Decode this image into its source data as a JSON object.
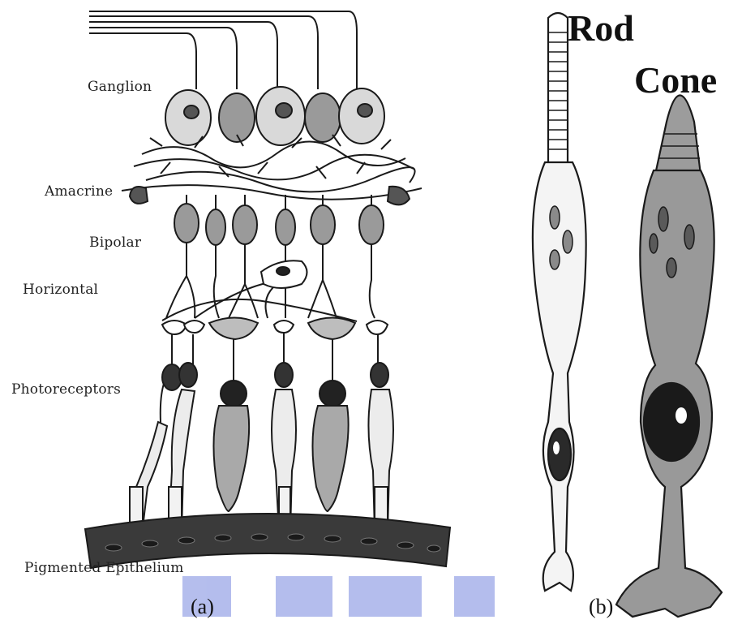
{
  "panel_a": {
    "layers": {
      "ganglion": "Ganglion",
      "amacrine": "Amacrine",
      "bipolar": "Bipolar",
      "horizontal": "Horizontal",
      "photoreceptors": "Photoreceptors",
      "epithelium": "Pigmented Epithelium"
    },
    "caption": "(a)"
  },
  "panel_b": {
    "rod_label": "Rod",
    "cone_label": "Cone",
    "caption": "(b)"
  },
  "colors": {
    "ink": "#1a1a1a",
    "cell_light": "#d6d6d6",
    "cell_mid": "#9a9a9a",
    "nucleus": "#3a3a3a",
    "epithelium": "#2e2e2e",
    "watermark": "#5a6fd8"
  }
}
